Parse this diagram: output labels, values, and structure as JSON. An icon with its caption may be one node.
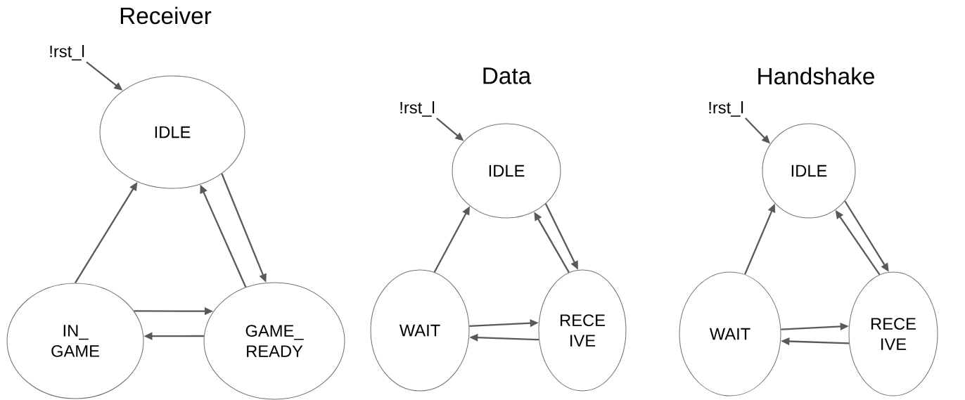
{
  "diagram": {
    "nodes": [
      {
        "text": [
          "!rst_l"
        ]
      },
      {
        "text": [
          "IDLE"
        ]
      },
      {
        "text": [
          "IN_ GAME"
        ]
      },
      {
        "text": [
          "GAME_ READY"
        ]
      },
      {
        "text": [
          "!rst_l"
        ]
      },
      {
        "text": [
          "IDLE"
        ]
      },
      {
        "text": [
          "WAIT"
        ]
      },
      {
        "text": [
          "RECE IVE"
        ]
      },
      {
        "text": [
          "!rst_l"
        ]
      },
      {
        "text": [
          "IDLE"
        ]
      },
      {
        "text": [
          "WAIT"
        ]
      },
      {
        "text": [
          "RECE IVE"
        ]
      }
    ],
    "edges": [
      {
        "from": 0,
        "to": 1,
        "arrow": "to"
      },
      {
        "from": 2,
        "to": 1,
        "arrow": "to"
      },
      {
        "from": 1,
        "to": 3,
        "arrow": "to"
      },
      {
        "from": 3,
        "to": 1,
        "arrow": "to"
      },
      {
        "from": 2,
        "to": 3,
        "arrow": "to"
      },
      {
        "from": 3,
        "to": 2,
        "arrow": "to"
      },
      {
        "from": 4,
        "to": 5,
        "arrow": "to"
      },
      {
        "from": 6,
        "to": 5,
        "arrow": "to"
      },
      {
        "from": 5,
        "to": 7,
        "arrow": "to"
      },
      {
        "from": 7,
        "to": 5,
        "arrow": "to"
      },
      {
        "from": 6,
        "to": 7,
        "arrow": "to"
      },
      {
        "from": 7,
        "to": 6,
        "arrow": "to"
      },
      {
        "from": 8,
        "to": 9,
        "arrow": "to"
      },
      {
        "from": 10,
        "to": 9,
        "arrow": "to"
      },
      {
        "from": 9,
        "to": 11,
        "arrow": "to"
      },
      {
        "from": 11,
        "to": 9,
        "arrow": "to"
      },
      {
        "from": 10,
        "to": 11,
        "arrow": "to"
      },
      {
        "from": 11,
        "to": 10,
        "arrow": "to"
      }
    ],
    "labels": [
      "Receiver",
      "Data",
      "Handshake"
    ]
  }
}
